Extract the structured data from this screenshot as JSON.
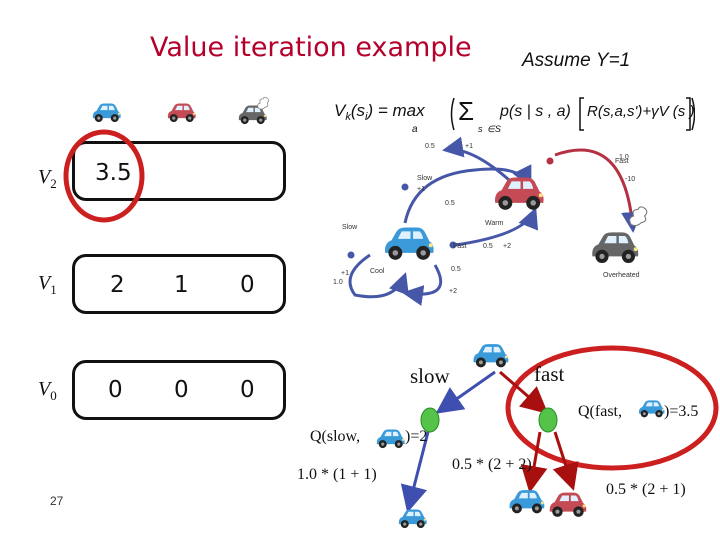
{
  "slide": {
    "title": "Value iteration example",
    "assumption": "Assume Υ=1",
    "page_number": "27"
  },
  "table": {
    "rows": [
      {
        "label": "V",
        "sub": "2",
        "values": [
          "3.5",
          "",
          ""
        ]
      },
      {
        "label": "V",
        "sub": "1",
        "values": [
          "2",
          "1",
          "0"
        ]
      },
      {
        "label": "V",
        "sub": "0",
        "values": [
          "0",
          "0",
          "0"
        ]
      }
    ],
    "state_icons": [
      "cool-car-icon",
      "warm-car-icon",
      "overheated-car-icon"
    ]
  },
  "mdp": {
    "states": [
      "Cool",
      "Warm",
      "Overheated"
    ],
    "actions": [
      "Slow",
      "Fast"
    ],
    "transition_labels": [
      "0.5",
      "+1",
      "Slow",
      "0.5",
      "+1",
      "Fast",
      "1.0",
      "-10",
      "Slow",
      "1.0",
      "+1",
      "Fast",
      "0.5",
      "+2",
      "0.5",
      "+2"
    ]
  },
  "tree": {
    "action_slow": "slow",
    "action_fast": "fast",
    "q_slow_prefix": "Q(slow,",
    "q_slow_suffix": ")=2",
    "q_fast_prefix": "Q(fast,",
    "q_fast_suffix": ")=3.5",
    "slow_calc": "1.0 * (1 + 1)",
    "fast_calc_1": "0.5 * (2 + 2)",
    "fast_calc_2": "0.5 * (2 + 1)"
  },
  "colors": {
    "title": "#b5002c",
    "highlight": "#cc1f1f",
    "arrow_blue": "#3f4fb0",
    "arrow_red": "#a81010",
    "chance_node": "#55c24a"
  }
}
